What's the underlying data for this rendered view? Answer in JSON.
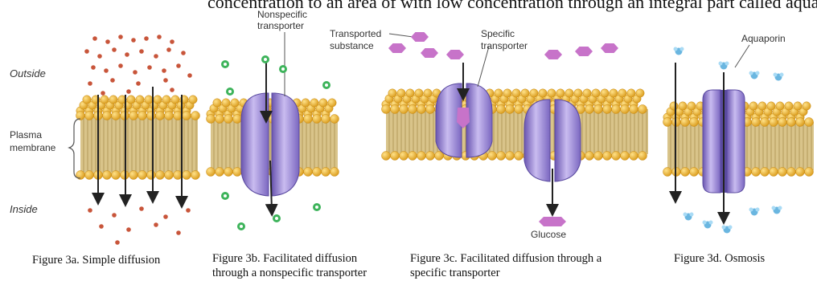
{
  "header_text": "concentration to an area of with low concentration through an integral part called aqua",
  "side_labels": {
    "outside": "Outside",
    "plasma_line1": "Plasma",
    "plasma_line2": "membrane",
    "inside": "Inside"
  },
  "callouts": {
    "nonspecific_line1": "Nonspecific",
    "nonspecific_line2": "transporter",
    "transported_line1": "Transported",
    "transported_line2": "substance",
    "specific_line1": "Specific",
    "specific_line2": "transporter",
    "aquaporin": "Aquaporin",
    "glucose": "Glucose"
  },
  "captions": {
    "fig3a": "Figure 3a. Simple diffusion",
    "fig3b_line1": "Figure 3b. Facilitated diffusion",
    "fig3b_line2": "through a nonspecific transporter",
    "fig3c_line1": "Figure 3c. Facilitated diffusion through a",
    "fig3c_line2": "specific transporter",
    "fig3d": "Figure 3d. Osmosis"
  },
  "colors": {
    "lipid_head": "#f2b632",
    "lipid_head_dark": "#c98a12",
    "lipid_tail": "#b49a5a",
    "protein": "#a48fd9",
    "protein_dark": "#6a55b0",
    "molecule_red": "#c8553a",
    "molecule_green": "#3db35a",
    "glucose_pink": "#c773c9",
    "water_blue": "#6ab6e0",
    "arrow": "#222222"
  }
}
